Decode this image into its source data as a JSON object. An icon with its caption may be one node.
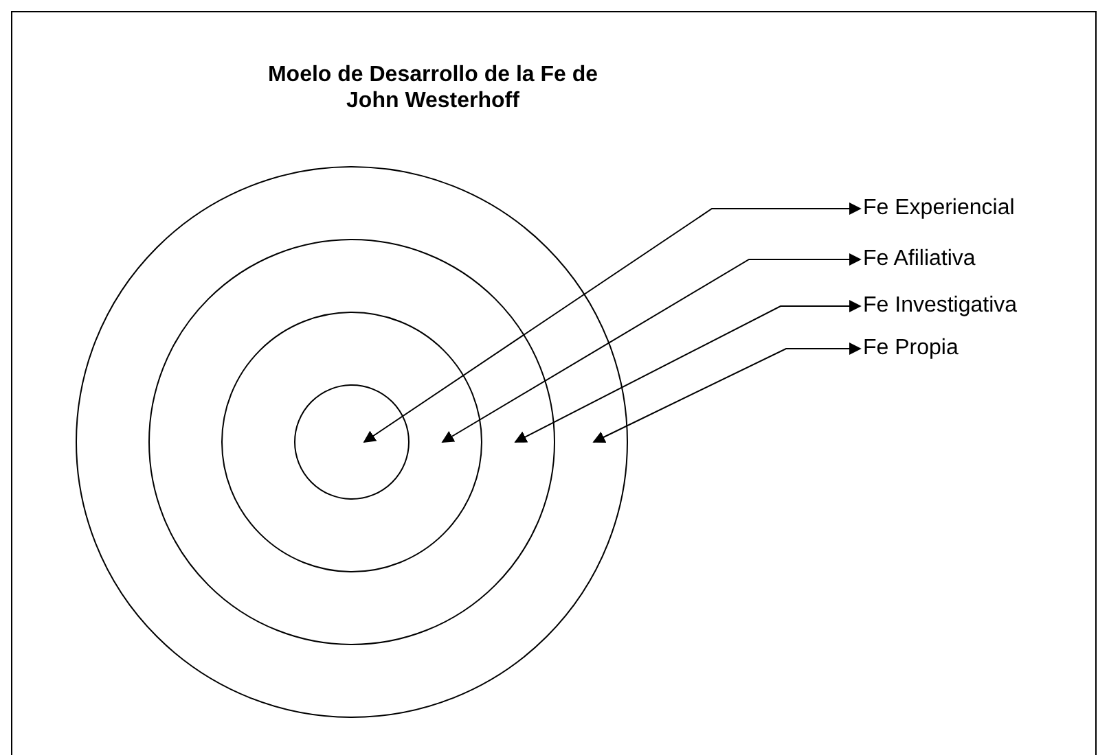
{
  "diagram": {
    "title": "Moelo de Desarrollo de la Fe de John Westerhoff",
    "nodes": [
      {
        "text": [],
        "shape": "circle"
      },
      {
        "text": [],
        "shape": "circle",
        "in": 0
      },
      {
        "text": [],
        "shape": "circle",
        "in": 1
      },
      {
        "text": [],
        "shape": "circle",
        "in": 2
      },
      {
        "text": [
          "Fe Experiencial"
        ]
      },
      {
        "text": [
          "Fe Afiliativa"
        ]
      },
      {
        "text": [
          "Fe Investigativa"
        ]
      },
      {
        "text": [
          "Fe Propia"
        ]
      }
    ],
    "edges": [
      {
        "from": 4,
        "to": 3,
        "arrow": "both"
      },
      {
        "from": 5,
        "to": 2,
        "arrow": "both"
      },
      {
        "from": 6,
        "to": 1,
        "arrow": "both"
      },
      {
        "from": 7,
        "to": 0,
        "arrow": "both"
      }
    ]
  }
}
